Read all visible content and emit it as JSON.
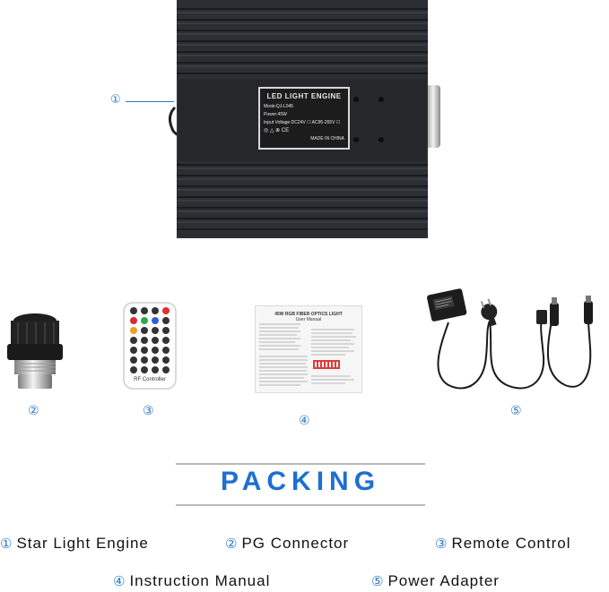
{
  "engine_label": {
    "title": "LED LIGHT ENGINE",
    "model": "Mode:QJ-L045",
    "power": "Power:45W",
    "voltage": "Input Voltage:DC24V ☐ AC95-265V ☐",
    "made_in": "MADE IN CHINA"
  },
  "callout_1": "①",
  "remote_label": "RF Controller",
  "manual": {
    "title": "45W RGB FIBER OPTICS LIGHT",
    "subtitle": "User Manual"
  },
  "item_numbers": [
    "②",
    "③",
    "④",
    "⑤"
  ],
  "packing_title": "PACKING",
  "legend": [
    {
      "num": "①",
      "label": "Star Light Engine"
    },
    {
      "num": "②",
      "label": "PG Connector"
    },
    {
      "num": "③",
      "label": "Remote Control"
    },
    {
      "num": "④",
      "label": "Instruction Manual"
    },
    {
      "num": "⑤",
      "label": "Power Adapter"
    }
  ],
  "colors": {
    "accent": "#1e6fd0",
    "engine_body": "#2a2d31"
  }
}
